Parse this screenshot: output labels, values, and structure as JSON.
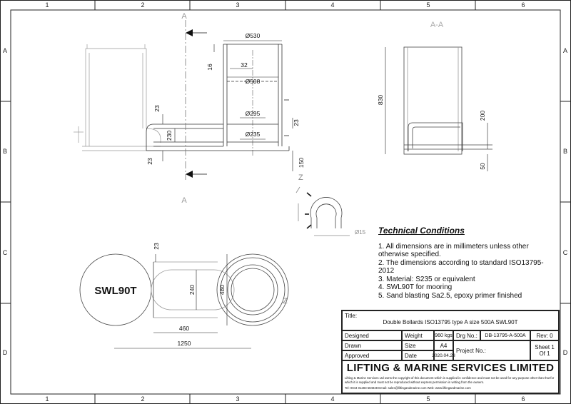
{
  "grid": {
    "columns": [
      "1",
      "2",
      "3",
      "4",
      "5",
      "6"
    ],
    "rows": [
      "A",
      "B",
      "C",
      "D"
    ]
  },
  "section": {
    "cut_letter": "A",
    "section_label": "A-A",
    "detail_label": "Z"
  },
  "dimensions": {
    "d530": "Ø530",
    "d508": "Ø508",
    "d295": "Ø295",
    "d235": "Ø235",
    "d15": "Ø15",
    "v16": "16",
    "v32": "32",
    "v23a": "23",
    "v230": "230",
    "v23b": "23",
    "v23c": "23",
    "v150": "150",
    "v830": "830",
    "v200": "200",
    "v50": "50",
    "v23d": "23",
    "v240": "240",
    "v480": "480",
    "v460": "460",
    "v1250": "1250"
  },
  "plan": {
    "label": "SWL90T"
  },
  "technical": {
    "title": "Technical Conditions",
    "items": [
      "1. All dimensions are in millimeters unless other otherwise specified.",
      "2. The dimensions according to standard ISO13795-2012",
      "3. Material:  S235 or equivalent",
      "4. SWL90T for mooring",
      "5. Sand blasting Sa2.5, epoxy primer finished"
    ]
  },
  "title_block": {
    "title_label": "Title:",
    "title_value": "Double Bollards ISO13795  type A size 500A  SWL90T",
    "designed": "Designed",
    "drawn": "Drawn",
    "approved": "Approved",
    "weight_label": "Weight",
    "weight_value": "960 kgs",
    "size_label": "Size",
    "size_value": "A4",
    "date_label": "Date",
    "date_value": "2020.04.28",
    "drg_label": "Drg No.:",
    "drg_value": "DB-13795-A-500A",
    "rev": "Rev:  0",
    "project": "Project No.:",
    "sheet": "Sheet 1 Of 1",
    "company": "LIFTING & MARINE SERVICES LIMITED",
    "notice": "Lifting & Marine Services Ltd owns the copyright of this document which is supplied in confidence and must not be used for any purpose other than that for which it is supplied and must not be reproduced without express permission in writing from the owners.",
    "contact": "Tel: 0044 01283 584848  Email:  sales@liftingandmarine.com   Web:  www.liftingandmarine.com"
  }
}
